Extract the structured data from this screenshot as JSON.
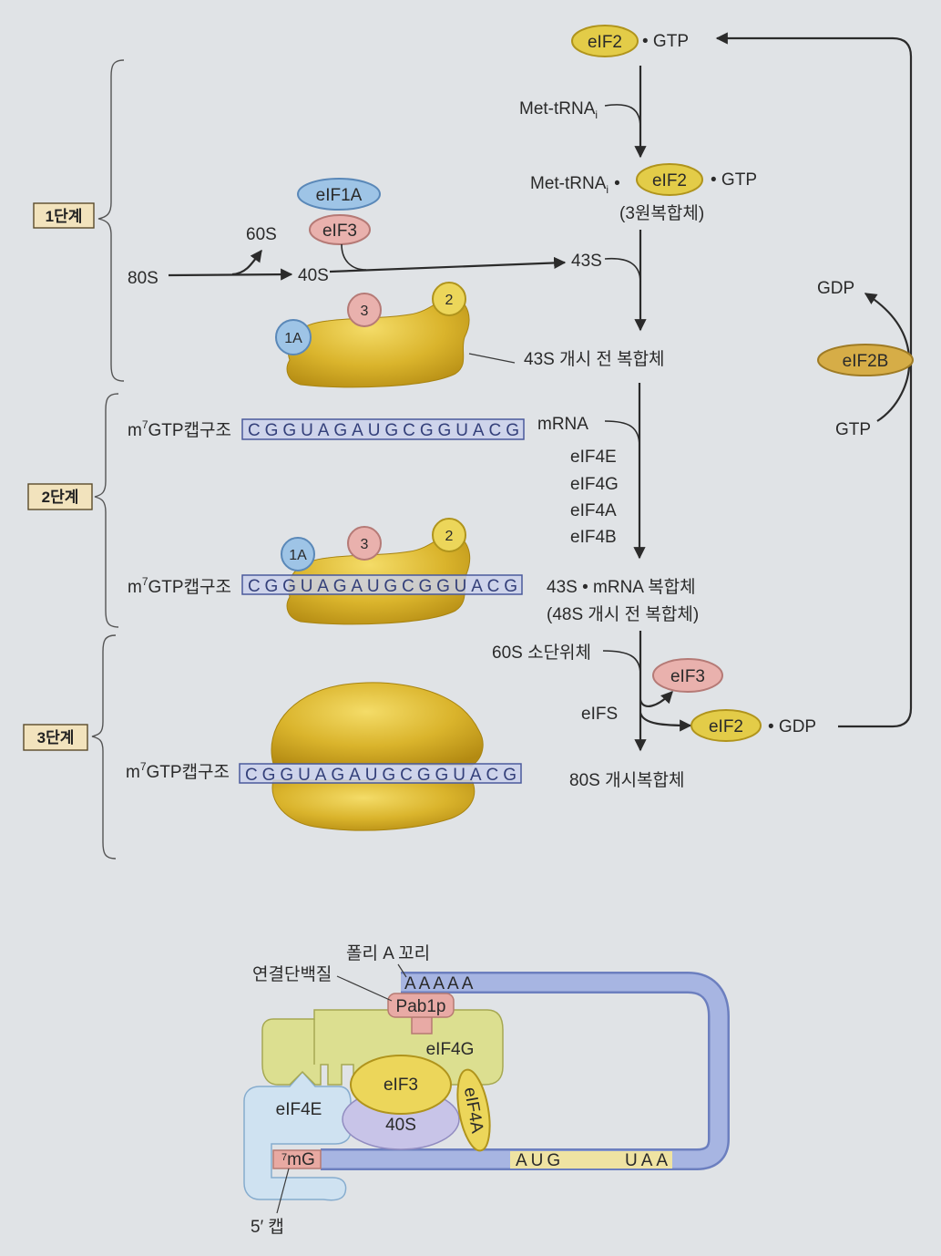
{
  "colors": {
    "background": "#e0e3e6",
    "stage_label": "#f2e3bd",
    "eif2": "#e3cc48",
    "eif3": "#e9b1ad",
    "eif1a": "#9ec4e6",
    "eif2b": "#d6ad47",
    "mrna_box": "#c9d1ec",
    "pab1p": "#e8aaa5",
    "eif4g": "#dcdf90",
    "eif4e": "#cfe2f1",
    "ribosome_40s": "#c8c4e8",
    "coding_region": "#efe3a2",
    "mrna_tube": "#a7b5e2",
    "cap": "#e8a9a2",
    "badge_1a": "#9ec4e6",
    "badge_3": "#e9b1ad",
    "badge_2": "#ecd65a"
  },
  "stages": {
    "s1": "1단계",
    "s2": "2단계",
    "s3": "3단계"
  },
  "top": {
    "eif2": "eIF2",
    "gtp": "• GTP",
    "met_trna": "Met-tRNA",
    "met_trna_sub": "i"
  },
  "ternary": {
    "met_trna": "Met-tRNA",
    "met_trna_sub": "i",
    "dot": "•",
    "eif2": "eIF2",
    "gtp": "• GTP",
    "caption": "(3원복합체)"
  },
  "step1": {
    "eif1a": "eIF1A",
    "eif3": "eIF3",
    "s60": "60S",
    "s80": "80S",
    "s40": "40S",
    "s43": "43S",
    "badge_1a": "1A",
    "badge_3": "3",
    "badge_2": "2",
    "complex_label": "43S 개시 전 복합체"
  },
  "recycle": {
    "gdp": "GDP",
    "eif2b": "eIF2B",
    "gtp": "GTP"
  },
  "step2": {
    "cap_m": "m",
    "cap_sup": "7",
    "cap_rest": "GTP캡구조",
    "sequence": "CGGUAGAUGCGGUACG",
    "mrna": "mRNA",
    "factors": [
      "eIF4E",
      "eIF4G",
      "eIF4A",
      "eIF4B"
    ],
    "cap2_m": "m",
    "cap2_sup": "7",
    "cap2_rest": "GTP캡구조",
    "sequence2": "CGGUAGAUGCGGUACG",
    "badge_1a": "1A",
    "badge_3": "3",
    "badge_2": "2",
    "complex_label": "43S • mRNA 복합체",
    "complex_sub": "(48S 개시 전 복합체)"
  },
  "step3": {
    "s60_label": "60S 소단위체",
    "eif3": "eIF3",
    "eifs": "eIFS",
    "eif2": "eIF2",
    "gdp": "• GDP",
    "cap_m": "m",
    "cap_sup": "7",
    "cap_rest": "GTP캡구조",
    "sequence": "CGGUAGAUGCGGUACG",
    "complex_label": "80S 개시복합체"
  },
  "loop": {
    "poly_a_label": "폴리 A 꼬리",
    "linker_label": "연결단백질",
    "poly_a_seq": "AAAAA",
    "pab1p": "Pab1p",
    "eif4g": "eIF4G",
    "eif3": "eIF3",
    "eif4e": "eIF4E",
    "s40": "40S",
    "eif4a": "eIF4A",
    "cap_sup": "7",
    "cap_rest": "mG",
    "aug": "AUG",
    "uaa": "UAA",
    "five_cap": "5′ 캡"
  }
}
